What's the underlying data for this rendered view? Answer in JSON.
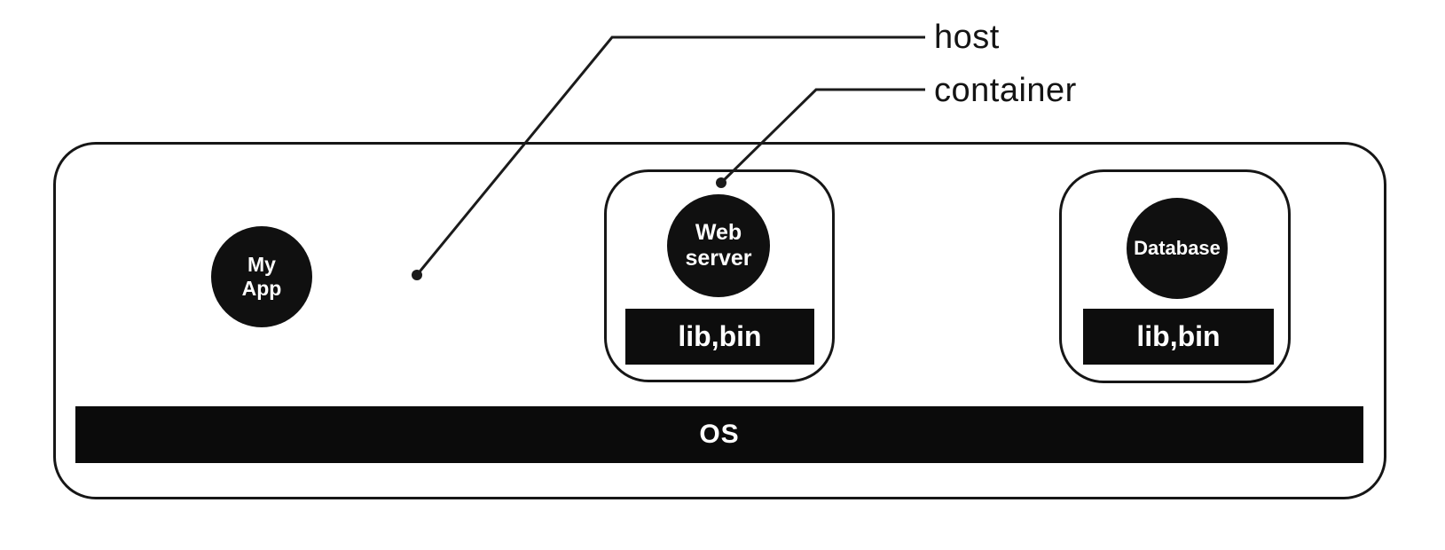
{
  "annotations": {
    "host_label": "host",
    "container_label": "container"
  },
  "host": {
    "app_circle": {
      "line1": "My",
      "line2": "App"
    },
    "containers": [
      {
        "name_line1": "Web",
        "name_line2": "server",
        "libs_label": "lib,bin"
      },
      {
        "name_line1": "Database",
        "libs_label": "lib,bin"
      }
    ],
    "os_bar_label": "OS"
  },
  "colors": {
    "background": "#ffffff",
    "shape_fill": "#0d0d0d",
    "outline": "#161616",
    "text_on_dark": "#ffffff",
    "label_text": "#141414"
  }
}
